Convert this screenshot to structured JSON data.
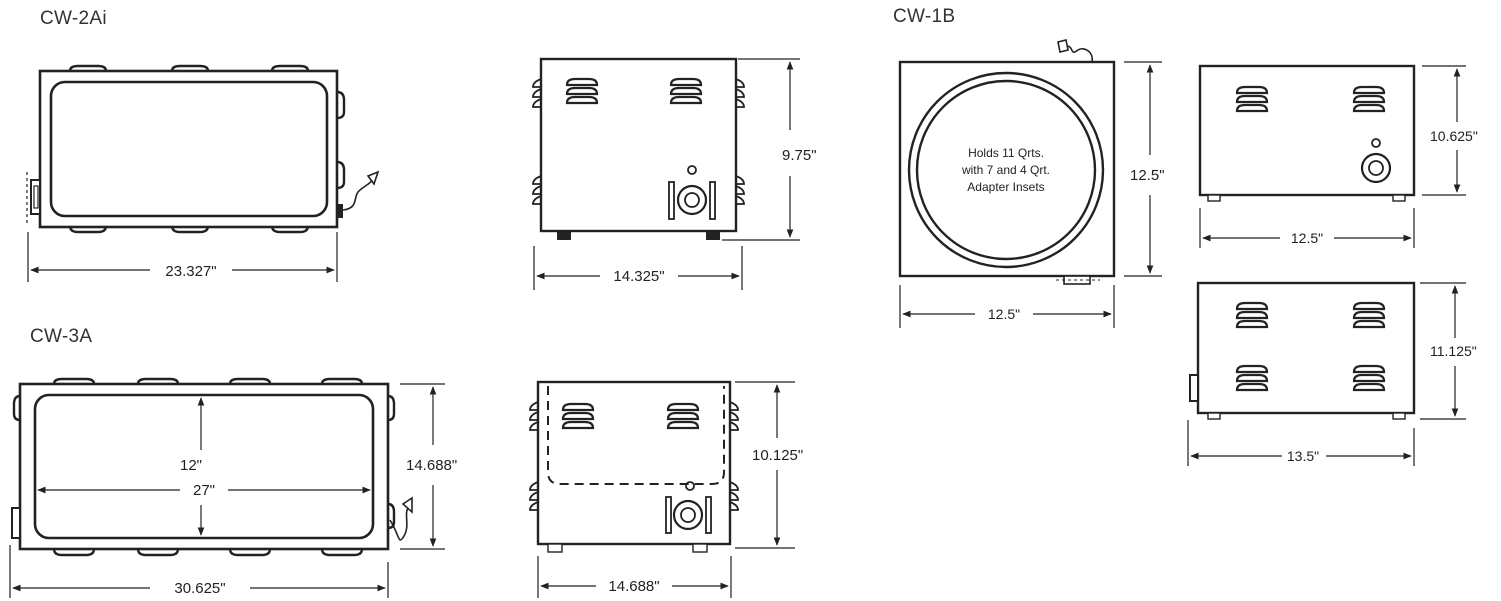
{
  "models": [
    {
      "id": "cw2ai",
      "title": "CW-2Ai",
      "top_view": {
        "width_label": "23.327\""
      },
      "side_view": {
        "height_label": "9.75\"",
        "width_label": "14.325\""
      }
    },
    {
      "id": "cw3a",
      "title": "CW-3A",
      "top_view": {
        "inner_depth_label": "12\"",
        "inner_width_label": "27\"",
        "depth_label": "14.688\"",
        "width_label": "30.625\""
      },
      "side_view": {
        "height_label": "10.125\"",
        "width_label": "14.688\""
      }
    },
    {
      "id": "cw1b",
      "title": "CW-1B",
      "top_view": {
        "note_lines": [
          "Holds 11 Qrts.",
          "with 7 and 4 Qrt.",
          "Adapter Insets"
        ],
        "depth_label": "12.5\"",
        "width_label": "12.5\""
      },
      "front_view": {
        "height_label": "10.625\"",
        "width_label": "12.5\""
      },
      "side_view": {
        "height_label": "11.125\"",
        "width_label": "13.5\""
      }
    }
  ]
}
